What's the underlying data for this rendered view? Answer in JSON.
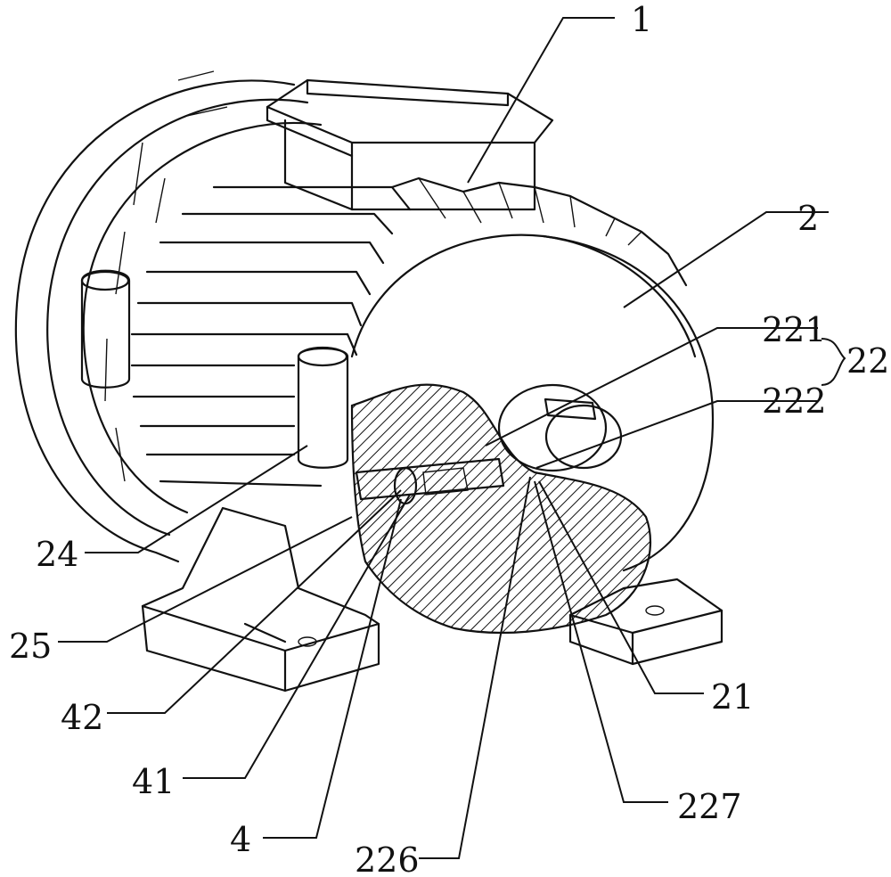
{
  "labels": {
    "l1": "1",
    "l2": "2",
    "l221": "221",
    "l22": "22",
    "l222": "222",
    "l24": "24",
    "l25": "25",
    "l42": "42",
    "l41": "41",
    "l4": "4",
    "l226": "226",
    "l227": "227",
    "l21": "21"
  }
}
